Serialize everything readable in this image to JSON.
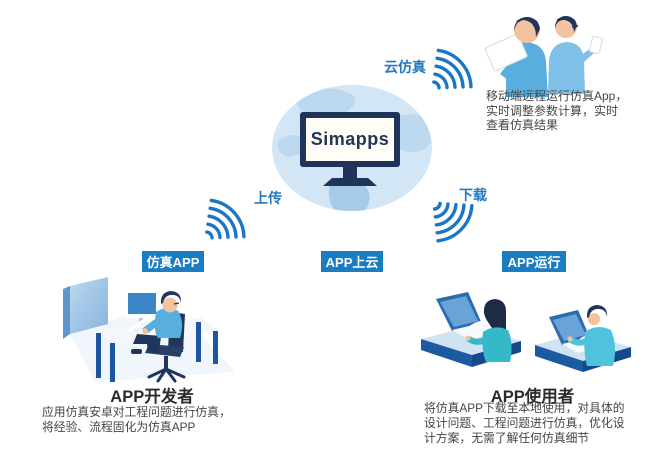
{
  "center": {
    "platform_name": "Simapps"
  },
  "links": {
    "cloud_label": "云仿真",
    "upload_label": "上传",
    "download_label": "下载"
  },
  "stages": [
    {
      "label": "仿真APP"
    },
    {
      "label": "APP上云"
    },
    {
      "label": "APP运行"
    }
  ],
  "mobile_note": {
    "lines": [
      "移动端远程运行仿真App，",
      "实时调整参数计算，实时",
      "查看仿真结果"
    ]
  },
  "developer": {
    "title": "APP开发者",
    "lines": [
      "应用仿真安卓对工程问题进行仿真，",
      "将经验、流程固化为仿真APP"
    ]
  },
  "user": {
    "title": "APP使用者",
    "lines": [
      "将仿真APP下载至本地使用，对具体的",
      "设计问题、工程问题进行仿真，优化设",
      "计方案，无需了解任何仿真细节"
    ]
  },
  "colors": {
    "accent_blue": "#1a7cc1",
    "wifi_blue": "#1b76c6",
    "label_blue": "#2678c2",
    "navy": "#20355c",
    "desk_blue": "#1d5aa4",
    "globe_light": "#d3e6f5",
    "globe_land": "#bcd8ee",
    "shirt_blue": "#58aede",
    "shirt_light_blue": "#7fc0e8",
    "teal": "#35b9c8",
    "cyan": "#4fc3dc",
    "skin": "#f2c39d",
    "text_gray": "#454545"
  }
}
